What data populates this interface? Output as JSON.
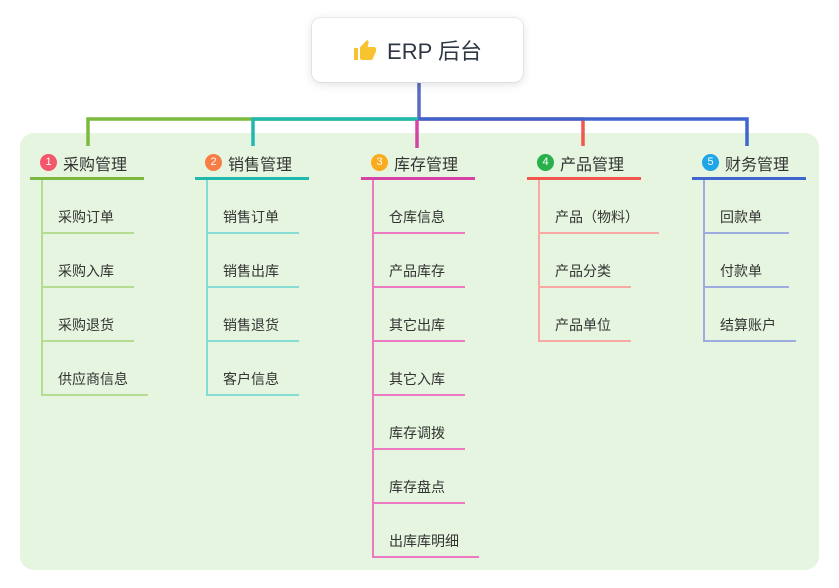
{
  "root": {
    "label": "ERP 后台",
    "icon": "thumbs-up-icon"
  },
  "branches": [
    {
      "index": "1",
      "label": "采购管理",
      "accent": "#7cb93f",
      "child_line": "#b6db93",
      "badge_color": "#f4566b",
      "children": [
        "采购订单",
        "采购入库",
        "采购退货",
        "供应商信息"
      ]
    },
    {
      "index": "2",
      "label": "销售管理",
      "accent": "#21b8ae",
      "child_line": "#86dcd4",
      "badge_color": "#f87d45",
      "children": [
        "销售订单",
        "销售出库",
        "销售退货",
        "客户信息"
      ]
    },
    {
      "index": "3",
      "label": "库存管理",
      "accent": "#d443a5",
      "child_line": "#ee79c3",
      "badge_color": "#fbab1d",
      "children": [
        "仓库信息",
        "产品库存",
        "其它出库",
        "其它入库",
        "库存调拨",
        "库存盘点",
        "出库库明细"
      ]
    },
    {
      "index": "4",
      "label": "产品管理",
      "accent": "#f2574e",
      "child_line": "#f8a9a3",
      "badge_color": "#28b14a",
      "children": [
        "产品（物料）",
        "产品分类",
        "产品单位"
      ]
    },
    {
      "index": "5",
      "label": "财务管理",
      "accent": "#4165cf",
      "child_line": "#9cabe0",
      "badge_color": "#1ea6e9",
      "children": [
        "回款单",
        "付款单",
        "结算账户"
      ]
    }
  ],
  "colors": {
    "panel_bg": "#e6f5e0",
    "root_line": "#5c6bc0",
    "branch1_line": "#7cb93f",
    "branch2_line": "#21b8ae",
    "branch3_line": "#d443a5",
    "branch4_line": "#f2574e",
    "branch5_line": "#4165cf",
    "icon_color": "#f9c32f",
    "text_color": "#333333"
  }
}
